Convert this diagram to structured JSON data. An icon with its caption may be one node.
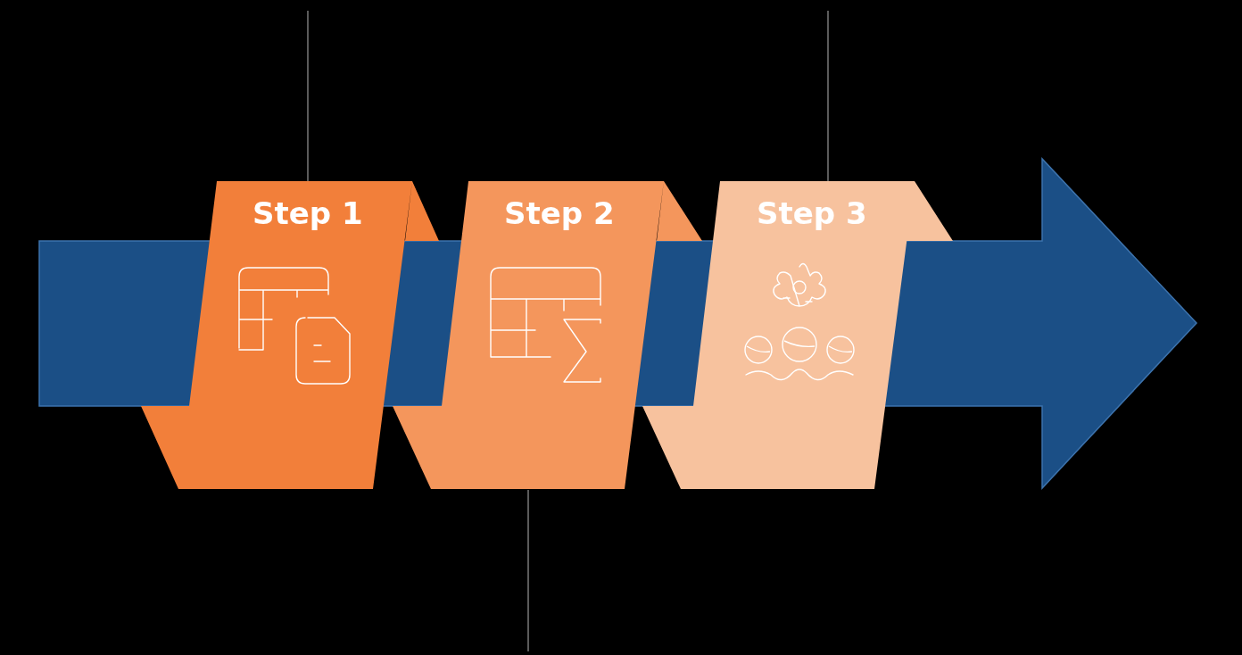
{
  "diagram": {
    "nodes": [
      {
        "text": [
          "Step 1"
        ]
      },
      {
        "text": [
          "Step 2"
        ]
      },
      {
        "text": [
          "Step 3"
        ]
      }
    ],
    "edges": [
      {
        "from": 0,
        "to": null,
        "arrow": "none"
      },
      {
        "from": 1,
        "to": null,
        "arrow": "none"
      },
      {
        "from": 2,
        "to": null,
        "arrow": "none"
      }
    ]
  }
}
